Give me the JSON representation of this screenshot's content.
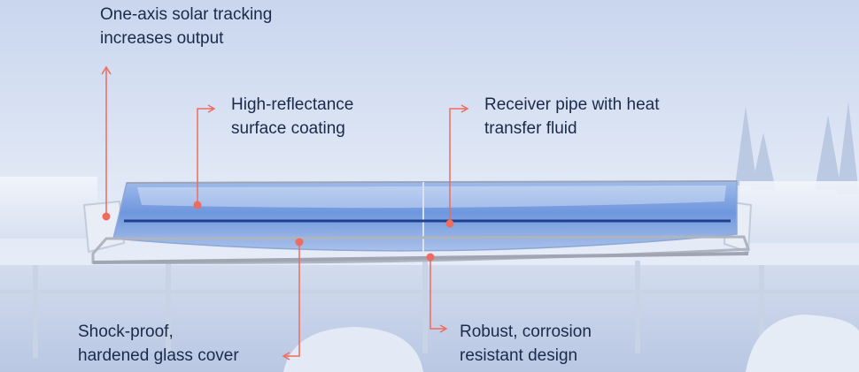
{
  "callouts": [
    {
      "id": "tracking",
      "lines": [
        "One-axis solar tracking",
        "increases output"
      ]
    },
    {
      "id": "reflectance",
      "lines": [
        "High-reflectance",
        "surface coating"
      ]
    },
    {
      "id": "receiver",
      "lines": [
        "Receiver pipe with heat",
        "transfer fluid"
      ]
    },
    {
      "id": "glass",
      "lines": [
        "Shock-proof,",
        "hardened glass cover"
      ]
    },
    {
      "id": "robust",
      "lines": [
        "Robust, corrosion",
        "resistant design"
      ]
    }
  ],
  "colors": {
    "callout_accent": "#ef6a5f",
    "label_text": "#1b2a4a",
    "trough_blue": "#5b86d6",
    "frame": "#b9bdc6"
  }
}
